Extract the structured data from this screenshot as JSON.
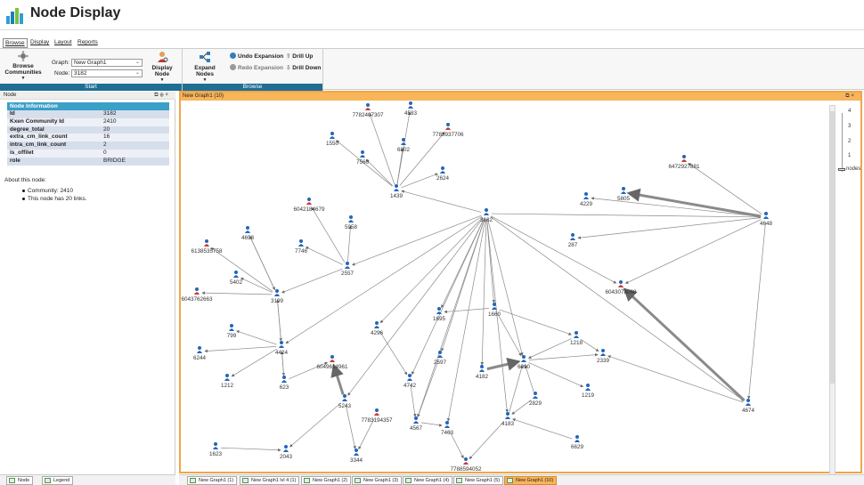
{
  "app": {
    "title": "Node Display"
  },
  "menu": {
    "tabs": [
      "Browse",
      "Display",
      "Layout",
      "Reports"
    ]
  },
  "ribbon": {
    "browse_communities_line1": "Browse",
    "browse_communities_line2": "Communities",
    "graph_label": "Graph:",
    "graph_value": "New Graph1",
    "node_label": "Node:",
    "node_value": "3182",
    "display_node": "Display Node",
    "start_footer": "Start",
    "expand_nodes": "Expand Nodes",
    "undo_expansion": "Undo Expansion",
    "redo_expansion": "Redo Expansion",
    "drill_up": "Drill Up",
    "drill_down": "Drill Down",
    "browse_footer": "Browse"
  },
  "left_panel": {
    "title": "Node",
    "table_header": "Node Information",
    "rows": [
      {
        "key": "Id",
        "value": "3182"
      },
      {
        "key": "Kxen Community Id",
        "value": "2410"
      },
      {
        "key": "degree_total",
        "value": "20"
      },
      {
        "key": "extra_cm_link_count",
        "value": "16"
      },
      {
        "key": "intra_cm_link_count",
        "value": "2"
      },
      {
        "key": "is_offilet",
        "value": "0"
      },
      {
        "key": "role",
        "value": "BRIDGE"
      }
    ],
    "about_title": "About this node:",
    "about_items": [
      "Community: 2410",
      "This node has 20 links."
    ]
  },
  "graph_panel": {
    "title": "New Graph1 (10)",
    "zoom_labels": [
      "4",
      "3",
      "2",
      "1",
      "nodes"
    ]
  },
  "colors": {
    "accent": "#f8b55a",
    "ribbon_footer": "#1f6e94",
    "table_header": "#3aa0c8",
    "node_blue": "#2565b8",
    "node_red": "#c43a3a"
  },
  "graph": {
    "nodes": [
      {
        "id": "3182",
        "label": "3182",
        "kind": "blue"
      },
      {
        "id": "7782407307",
        "label": "7782407307",
        "kind": "red"
      },
      {
        "id": "4583",
        "label": "4583",
        "kind": "blue"
      },
      {
        "id": "7788937706",
        "label": "7788937706",
        "kind": "red"
      },
      {
        "id": "1550",
        "label": "1550",
        "kind": "blue"
      },
      {
        "id": "6802",
        "label": "6802",
        "kind": "blue"
      },
      {
        "id": "7560",
        "label": "7560",
        "kind": "blue"
      },
      {
        "id": "2624",
        "label": "2624",
        "kind": "blue"
      },
      {
        "id": "1439",
        "label": "1439",
        "kind": "blue"
      },
      {
        "id": "6042184679",
        "label": "6042184679",
        "kind": "red"
      },
      {
        "id": "5958",
        "label": "5958",
        "kind": "blue"
      },
      {
        "id": "7746",
        "label": "7746",
        "kind": "blue"
      },
      {
        "id": "2557",
        "label": "2557",
        "kind": "blue"
      },
      {
        "id": "4698",
        "label": "4698",
        "kind": "blue"
      },
      {
        "id": "6138535758",
        "label": "6138535758",
        "kind": "red"
      },
      {
        "id": "5402",
        "label": "5402",
        "kind": "blue"
      },
      {
        "id": "6043762663",
        "label": "6043762663",
        "kind": "red"
      },
      {
        "id": "3199",
        "label": "3199",
        "kind": "blue"
      },
      {
        "id": "799",
        "label": "799",
        "kind": "blue"
      },
      {
        "id": "6244",
        "label": "6244",
        "kind": "blue"
      },
      {
        "id": "4424",
        "label": "4424",
        "kind": "blue"
      },
      {
        "id": "1212",
        "label": "1212",
        "kind": "blue"
      },
      {
        "id": "623",
        "label": "623",
        "kind": "blue"
      },
      {
        "id": "6049614961",
        "label": "6049614961",
        "kind": "red"
      },
      {
        "id": "4296",
        "label": "4296",
        "kind": "blue"
      },
      {
        "id": "1695",
        "label": "1695",
        "kind": "blue"
      },
      {
        "id": "1660",
        "label": "1660",
        "kind": "blue"
      },
      {
        "id": "1218",
        "label": "1218",
        "kind": "blue"
      },
      {
        "id": "2339",
        "label": "2339",
        "kind": "blue"
      },
      {
        "id": "2597",
        "label": "2597",
        "kind": "blue"
      },
      {
        "id": "4742",
        "label": "4742",
        "kind": "blue"
      },
      {
        "id": "4182",
        "label": "4182",
        "kind": "blue"
      },
      {
        "id": "6090",
        "label": "6090",
        "kind": "blue"
      },
      {
        "id": "1219",
        "label": "1219",
        "kind": "blue"
      },
      {
        "id": "2829",
        "label": "2829",
        "kind": "blue"
      },
      {
        "id": "5243",
        "label": "5243",
        "kind": "blue"
      },
      {
        "id": "7783194357",
        "label": "7783194357",
        "kind": "red"
      },
      {
        "id": "4567",
        "label": "4567",
        "kind": "blue"
      },
      {
        "id": "7463",
        "label": "7463",
        "kind": "blue"
      },
      {
        "id": "4183",
        "label": "4183",
        "kind": "blue"
      },
      {
        "id": "6629",
        "label": "6629",
        "kind": "blue"
      },
      {
        "id": "7788594052",
        "label": "7788594052",
        "kind": "red"
      },
      {
        "id": "3344",
        "label": "3344",
        "kind": "blue"
      },
      {
        "id": "1623",
        "label": "1623",
        "kind": "blue"
      },
      {
        "id": "2043",
        "label": "2043",
        "kind": "blue"
      },
      {
        "id": "6472927881",
        "label": "6472927881",
        "kind": "red"
      },
      {
        "id": "5805",
        "label": "5805",
        "kind": "blue"
      },
      {
        "id": "4229",
        "label": "4229",
        "kind": "blue"
      },
      {
        "id": "4648",
        "label": "4648",
        "kind": "blue"
      },
      {
        "id": "287",
        "label": "287",
        "kind": "blue"
      },
      {
        "id": "6043078068",
        "label": "6043078068",
        "kind": "red"
      },
      {
        "id": "4674",
        "label": "4674",
        "kind": "blue"
      }
    ],
    "edges": [
      [
        "1439",
        "7782407307"
      ],
      [
        "1439",
        "4583"
      ],
      [
        "1439",
        "7788937706"
      ],
      [
        "1439",
        "1550"
      ],
      [
        "1439",
        "6802"
      ],
      [
        "1439",
        "7560"
      ],
      [
        "1439",
        "2624"
      ],
      [
        "3182",
        "1439"
      ],
      [
        "2557",
        "6042184679"
      ],
      [
        "2557",
        "5958"
      ],
      [
        "2557",
        "7746"
      ],
      [
        "3182",
        "2557"
      ],
      [
        "3199",
        "4698"
      ],
      [
        "3199",
        "6138535758"
      ],
      [
        "3199",
        "5402"
      ],
      [
        "3199",
        "6043762663"
      ],
      [
        "2557",
        "3199"
      ],
      [
        "4698",
        "3199"
      ],
      [
        "4424",
        "799"
      ],
      [
        "4424",
        "6244"
      ],
      [
        "4424",
        "1212"
      ],
      [
        "4424",
        "623"
      ],
      [
        "623",
        "4424"
      ],
      [
        "3199",
        "4424"
      ],
      [
        "4424",
        "3199"
      ],
      [
        "3182",
        "4424"
      ],
      [
        "623",
        "6049614961"
      ],
      [
        "5243",
        "6049614961"
      ],
      [
        "3182",
        "4296"
      ],
      [
        "3182",
        "1695"
      ],
      [
        "3182",
        "2597"
      ],
      [
        "3182",
        "4742"
      ],
      [
        "3182",
        "5243"
      ],
      [
        "3182",
        "4567"
      ],
      [
        "3182",
        "4182"
      ],
      [
        "3182",
        "6090"
      ],
      [
        "3182",
        "4183"
      ],
      [
        "3182",
        "7463"
      ],
      [
        "3182",
        "1660"
      ],
      [
        "1660",
        "1695"
      ],
      [
        "1660",
        "1218"
      ],
      [
        "1660",
        "6090"
      ],
      [
        "1218",
        "2339"
      ],
      [
        "1218",
        "6090"
      ],
      [
        "6090",
        "2339"
      ],
      [
        "6090",
        "1219"
      ],
      [
        "4182",
        "6090"
      ],
      [
        "2829",
        "6090"
      ],
      [
        "2829",
        "4183"
      ],
      [
        "4183",
        "6090"
      ],
      [
        "6629",
        "4183"
      ],
      [
        "4183",
        "7788594052"
      ],
      [
        "4296",
        "4742"
      ],
      [
        "4742",
        "4567"
      ],
      [
        "2597",
        "4567"
      ],
      [
        "7463",
        "7788594052"
      ],
      [
        "7783194357",
        "3344"
      ],
      [
        "5243",
        "3344"
      ],
      [
        "5243",
        "2043"
      ],
      [
        "1623",
        "2043"
      ],
      [
        "4567",
        "7463"
      ],
      [
        "3182",
        "4648"
      ],
      [
        "3182",
        "4674"
      ],
      [
        "4648",
        "6472927881"
      ],
      [
        "4648",
        "5805"
      ],
      [
        "4648",
        "4229"
      ],
      [
        "4648",
        "287"
      ],
      [
        "4648",
        "6043078068"
      ],
      [
        "4648",
        "4674"
      ],
      [
        "4674",
        "6043078068"
      ],
      [
        "4674",
        "2339"
      ],
      [
        "3182",
        "6043078068"
      ]
    ]
  }
}
